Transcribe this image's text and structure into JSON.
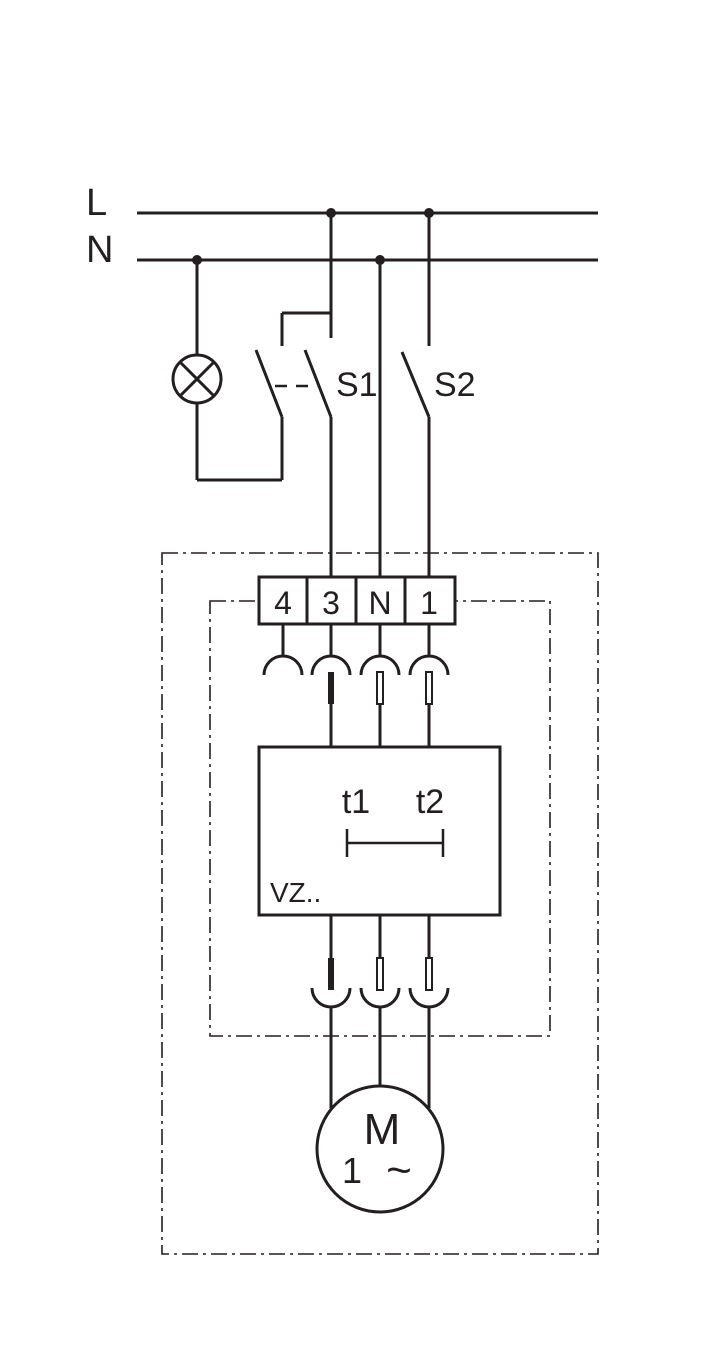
{
  "bus_labels": {
    "line": "L",
    "neutral": "N"
  },
  "switches": {
    "s1": "S1",
    "s2": "S2"
  },
  "terminals": [
    "4",
    "3",
    "N",
    "1"
  ],
  "controller": {
    "name": "VZ..",
    "time1": "t1",
    "time2": "t2"
  },
  "motor": {
    "symbol": "M",
    "phase": "1",
    "ac": "~"
  },
  "icons": {
    "lamp": "lamp-icon",
    "motor": "motor-icon"
  }
}
